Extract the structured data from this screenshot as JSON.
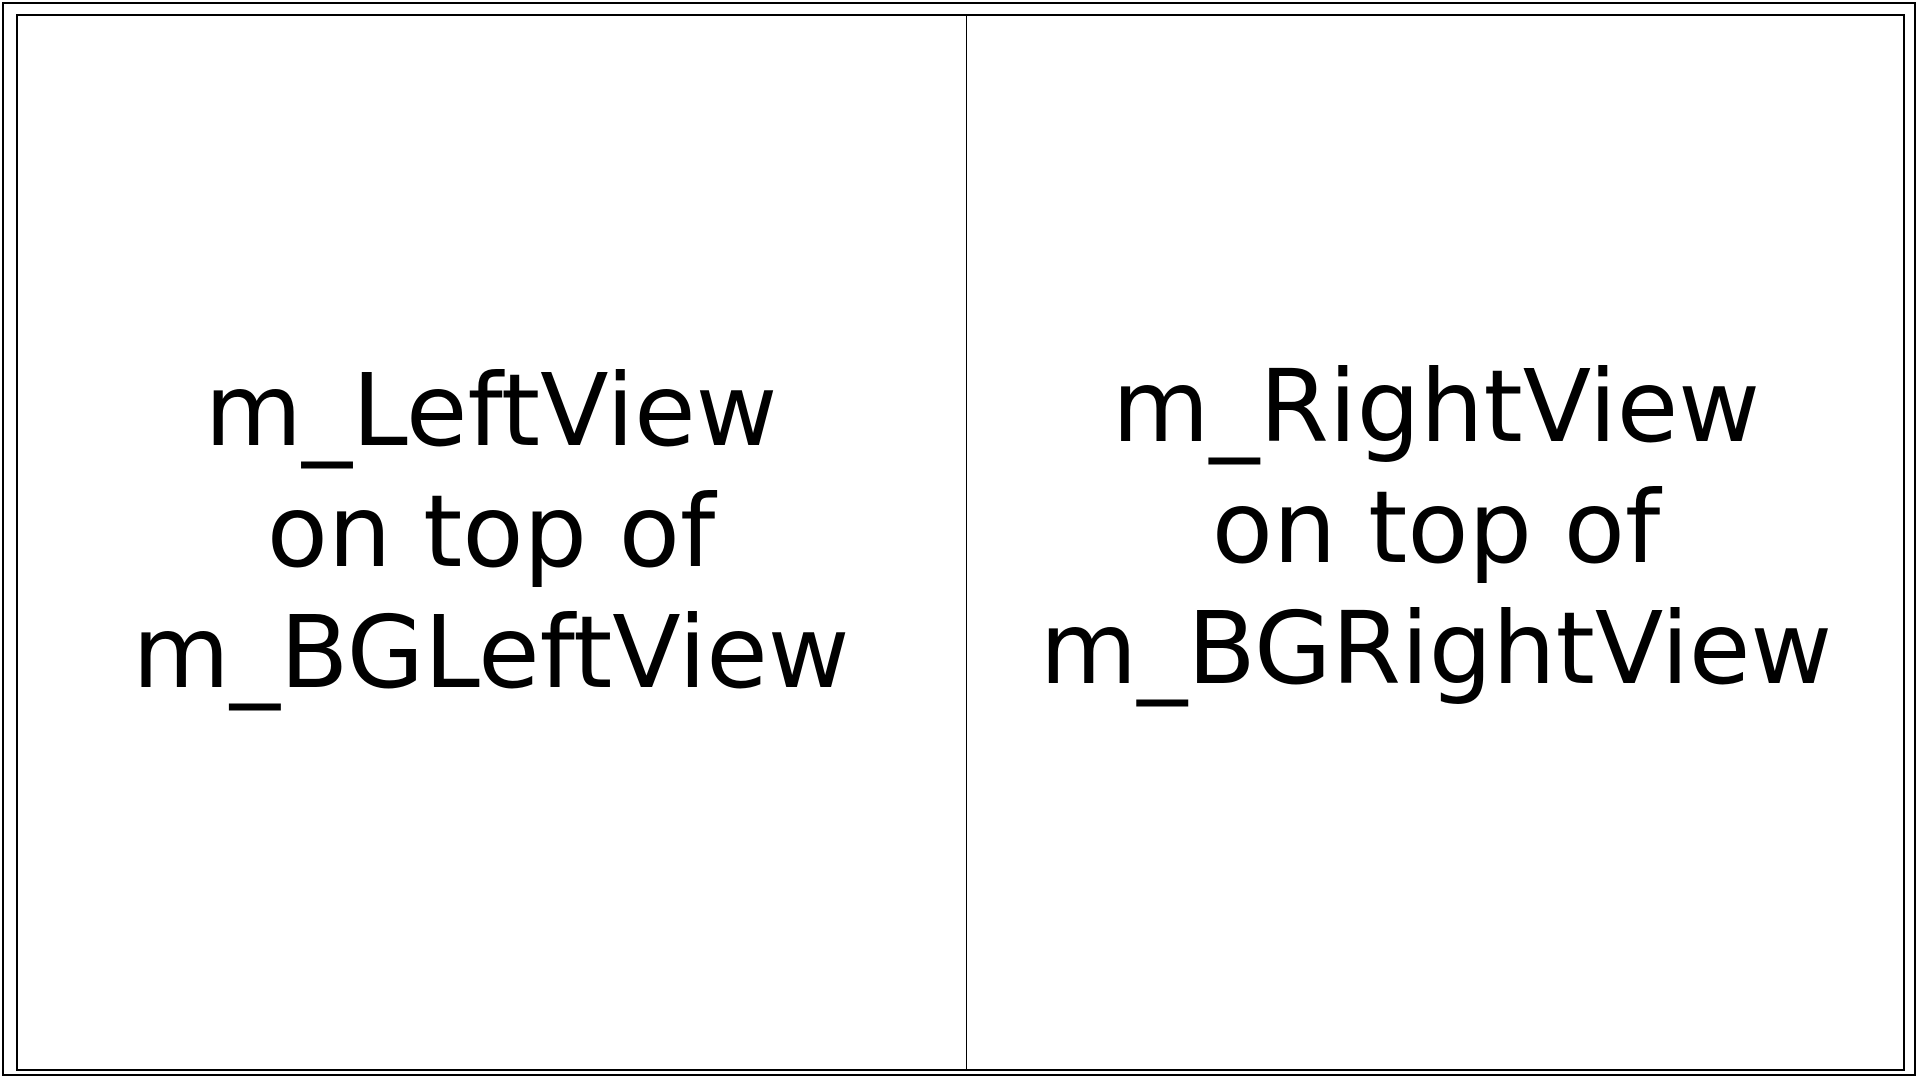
{
  "left_view": {
    "line1": "m_LeftView",
    "line2": "on top of",
    "line3": "m_BGLeftView"
  },
  "right_view": {
    "line1": "m_RightView",
    "line2": "on top of",
    "line3": "m_BGRightView"
  },
  "colors": {
    "background": "#ffffff",
    "lines": "#000000",
    "text": "#000000"
  }
}
